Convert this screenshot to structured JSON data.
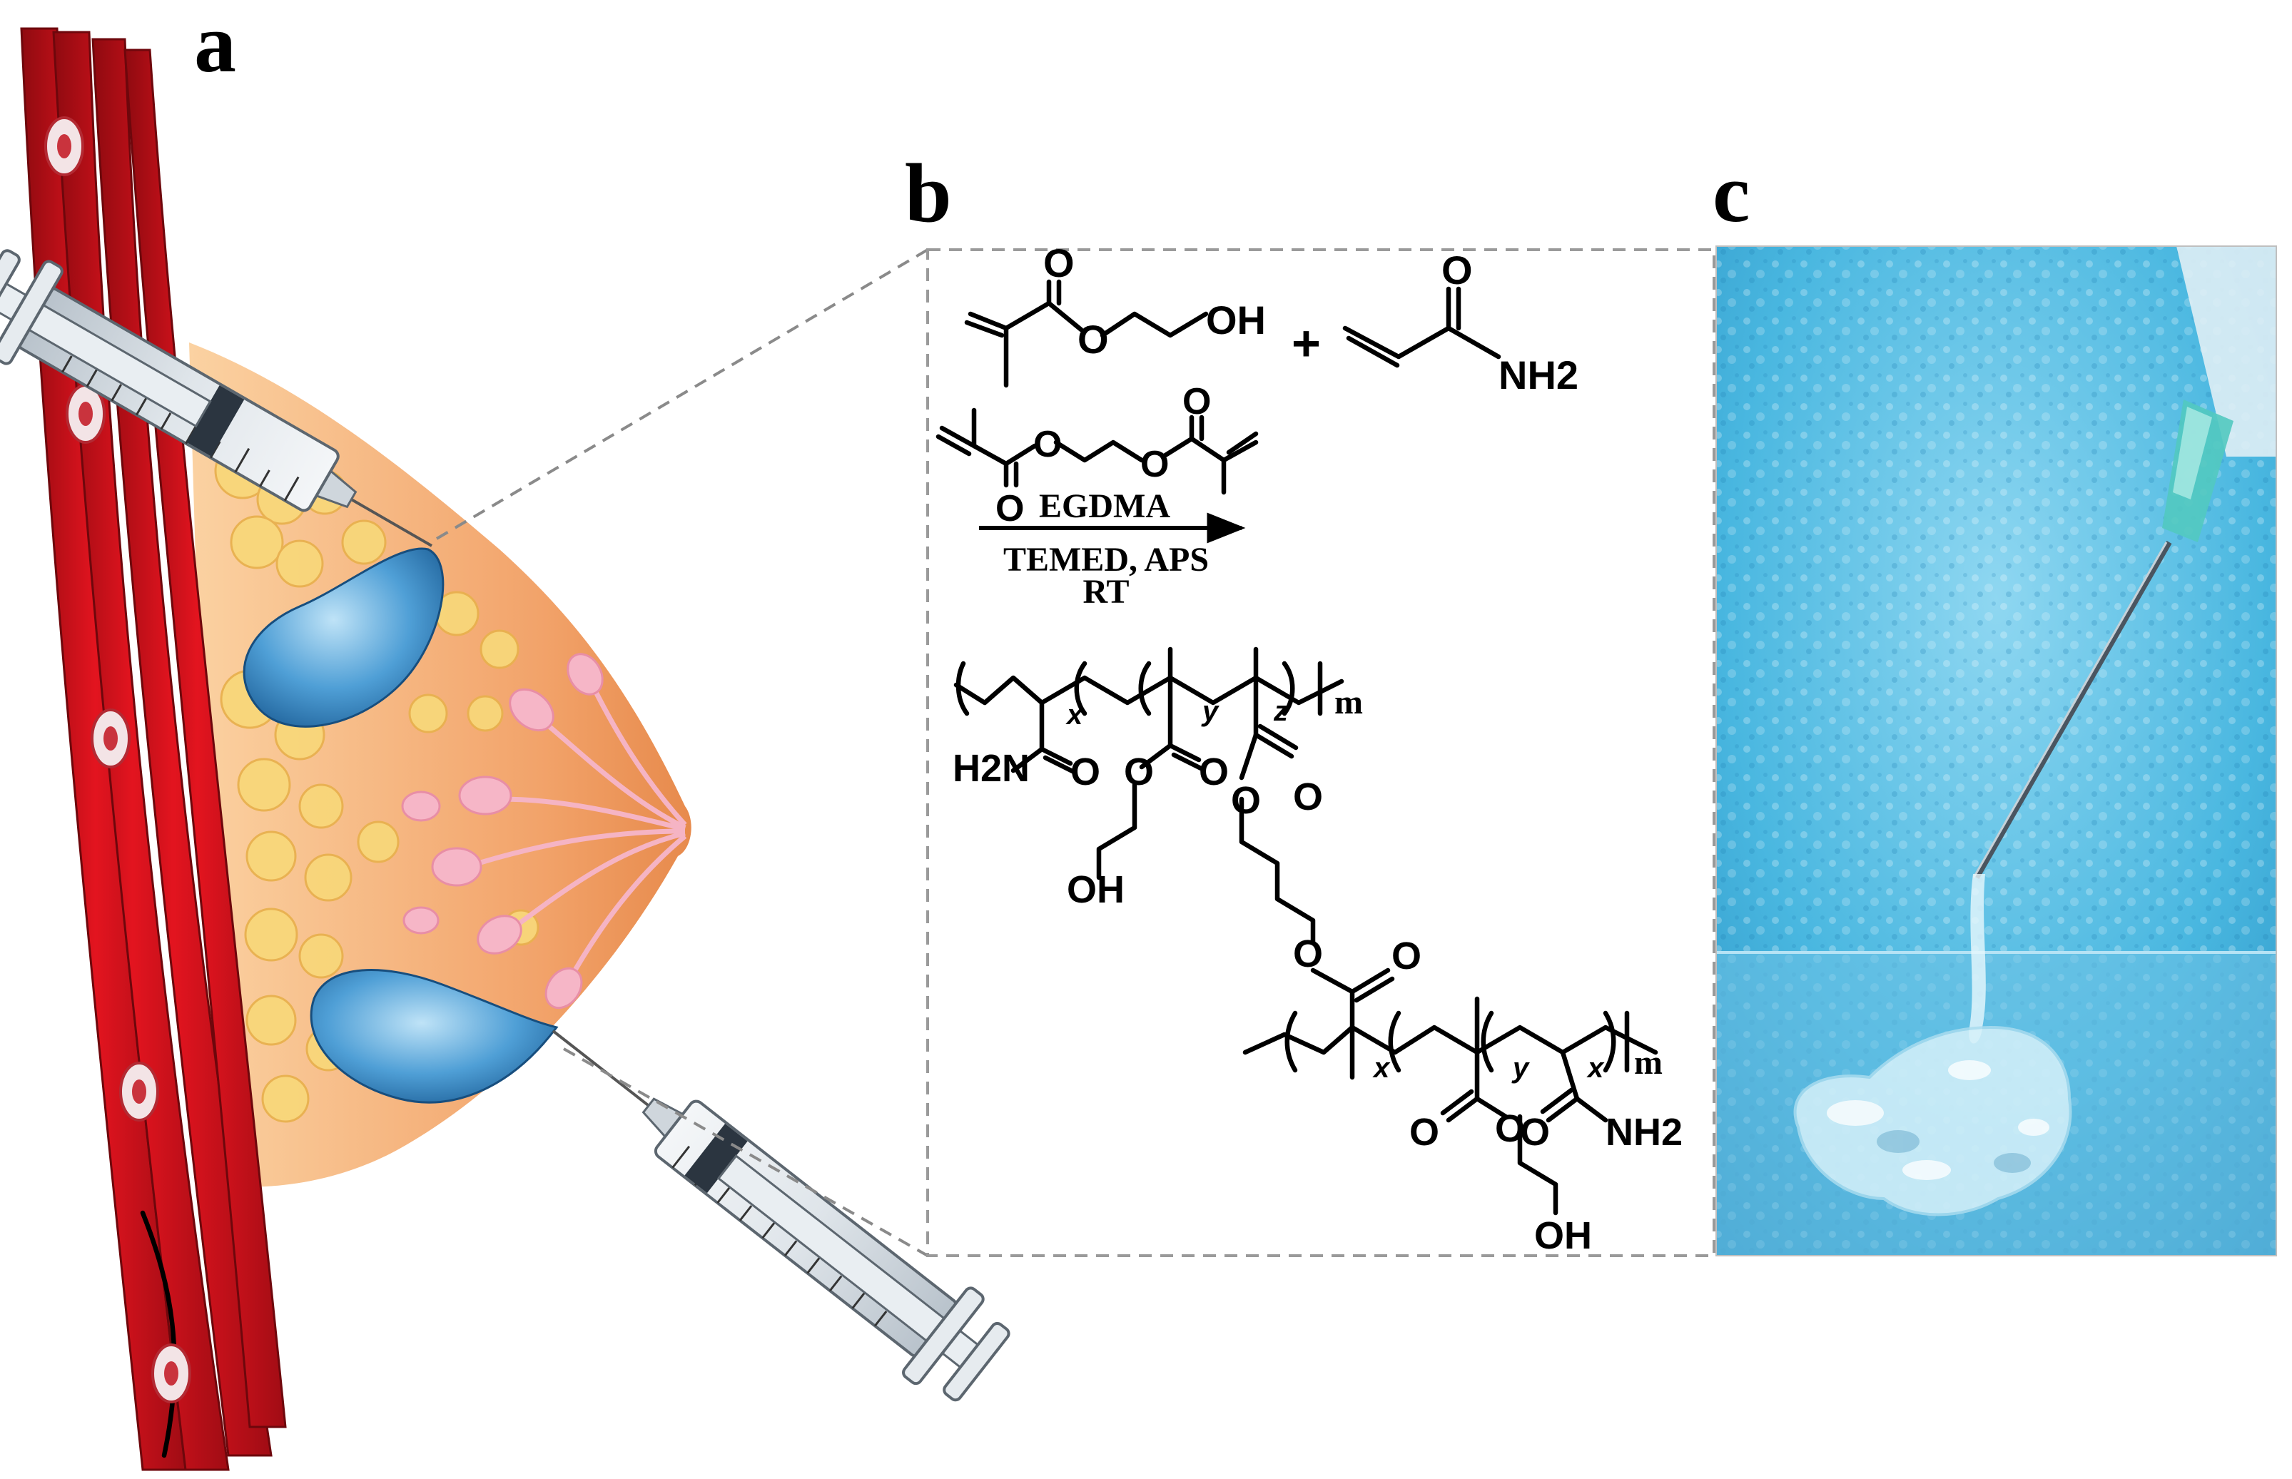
{
  "panels": {
    "a": {
      "label": "a"
    },
    "b": {
      "label": "b",
      "reaction": {
        "plus": "+",
        "oh": "OH",
        "o": "O",
        "nh2": "NH2",
        "h2n": "H2N",
        "crosslinker": "EGDMA",
        "conditions": "TEMED, APS",
        "temperature": "RT",
        "sub_x": "x",
        "sub_y": "y",
        "sub_z": "z",
        "sub_m": "m"
      }
    },
    "c": {
      "label": "c"
    }
  },
  "colors": {
    "muscle": "#d40f1a",
    "tissue": "#f09a5a",
    "fat": "#f7d070",
    "gland": "#f5b4c4",
    "hydrogel": "#4a9fd6",
    "photo_background": "#45b6df"
  }
}
